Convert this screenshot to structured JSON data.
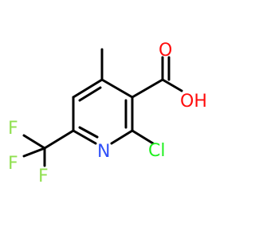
{
  "molecule": {
    "atoms": {
      "oxygen_carbonyl": "O",
      "hydroxyl": "OH",
      "chlorine": "Cl",
      "nitrogen": "N",
      "fluorine_1": "F",
      "fluorine_2": "F",
      "fluorine_3": "F"
    },
    "colors": {
      "bond": "#000000",
      "oxygen": "#ff0d0d",
      "chlorine": "#1ff01f",
      "nitrogen": "#3050f8",
      "fluorine": "#90e050"
    }
  }
}
